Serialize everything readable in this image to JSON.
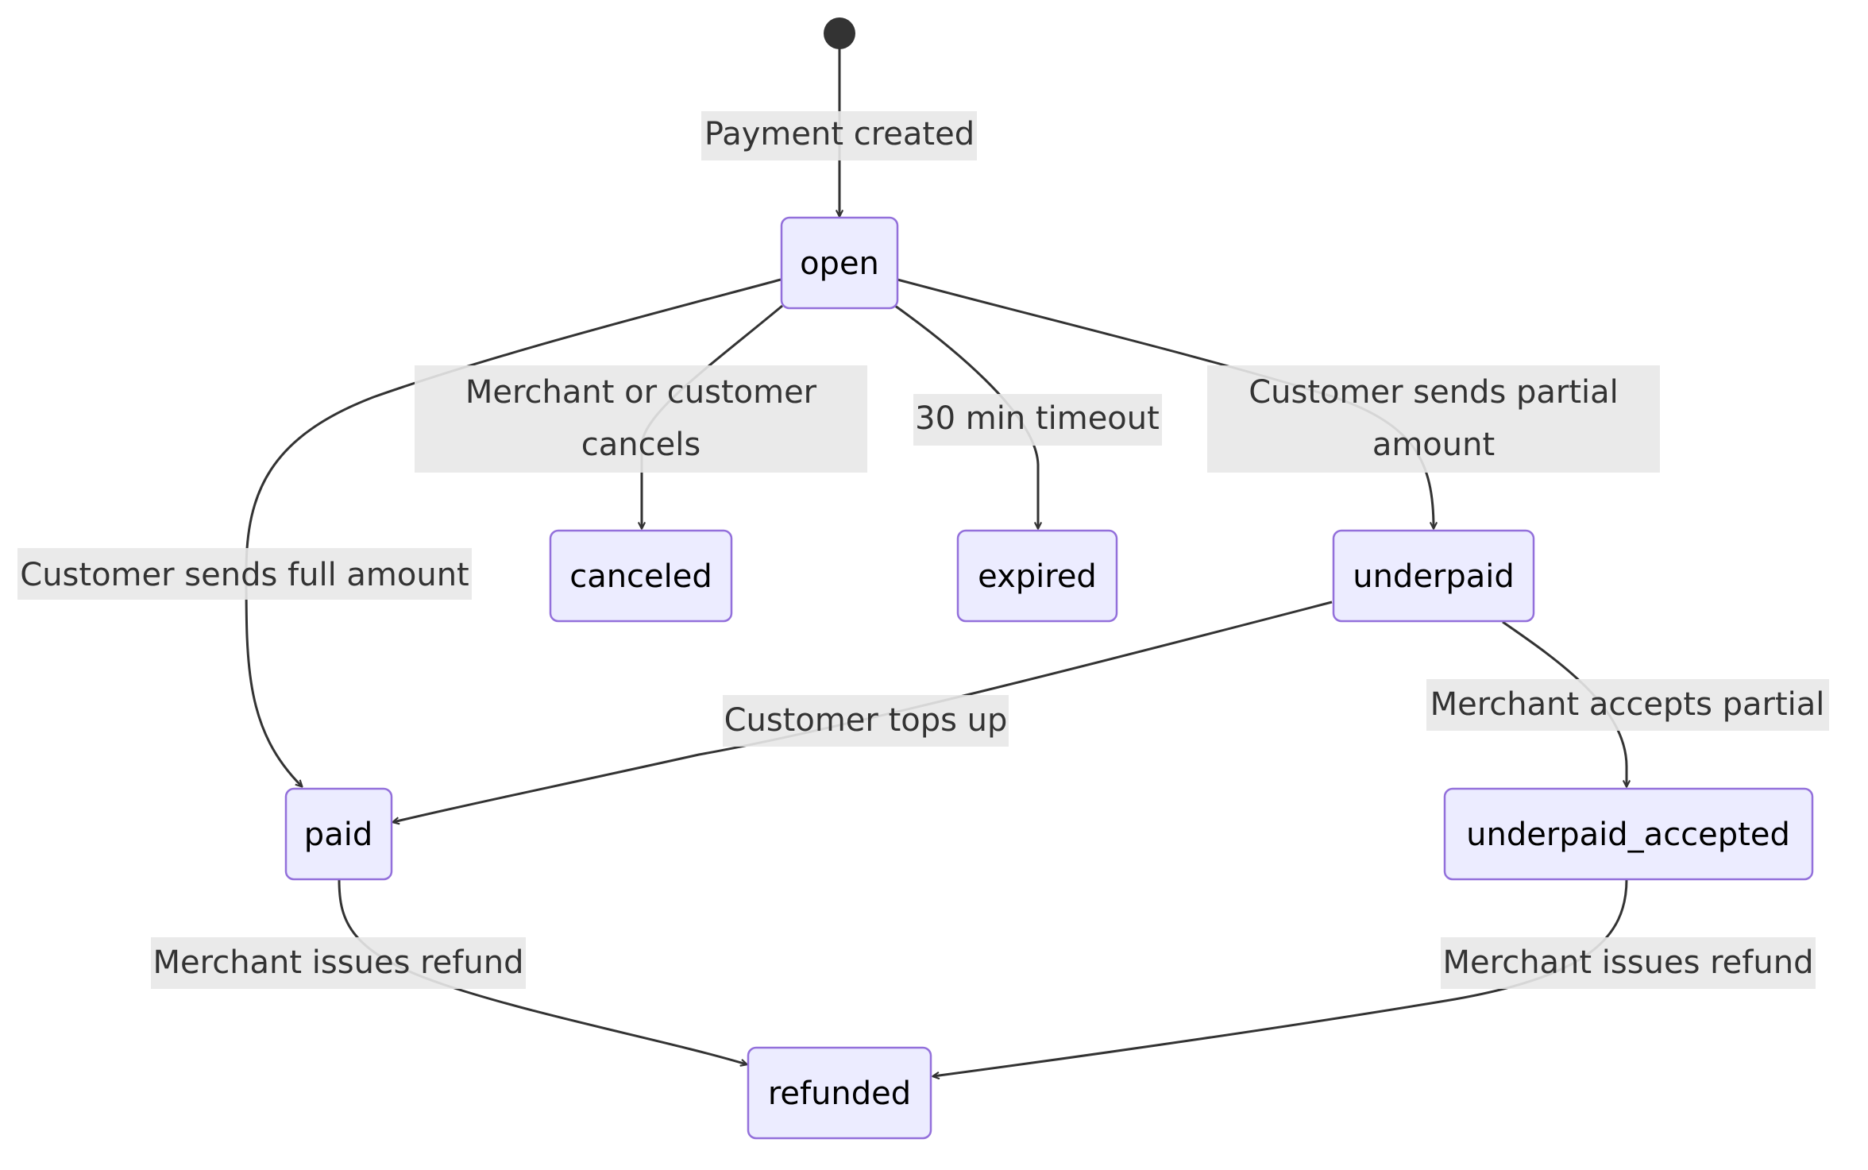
{
  "diagram": {
    "type": "state",
    "states": {
      "open": "open",
      "canceled": "canceled",
      "expired": "expired",
      "underpaid": "underpaid",
      "paid": "paid",
      "underpaid_accepted": "underpaid_accepted",
      "refunded": "refunded"
    },
    "transitions": {
      "start_open": "Payment created",
      "open_canceled_1": "Merchant or customer",
      "open_canceled_2": "cancels",
      "open_expired": "30 min timeout",
      "open_underpaid_1": "Customer sends partial",
      "open_underpaid_2": "amount",
      "open_paid": "Customer sends full amount",
      "underpaid_paid": "Customer tops up",
      "underpaid_accepted": "Merchant accepts partial",
      "paid_refunded": "Merchant issues refund",
      "accepted_refunded": "Merchant issues refund"
    },
    "colors": {
      "node_fill": "#ECECFF",
      "node_stroke": "#9370DB",
      "edge": "#333333",
      "label_bg": "#e8e8e8"
    }
  }
}
